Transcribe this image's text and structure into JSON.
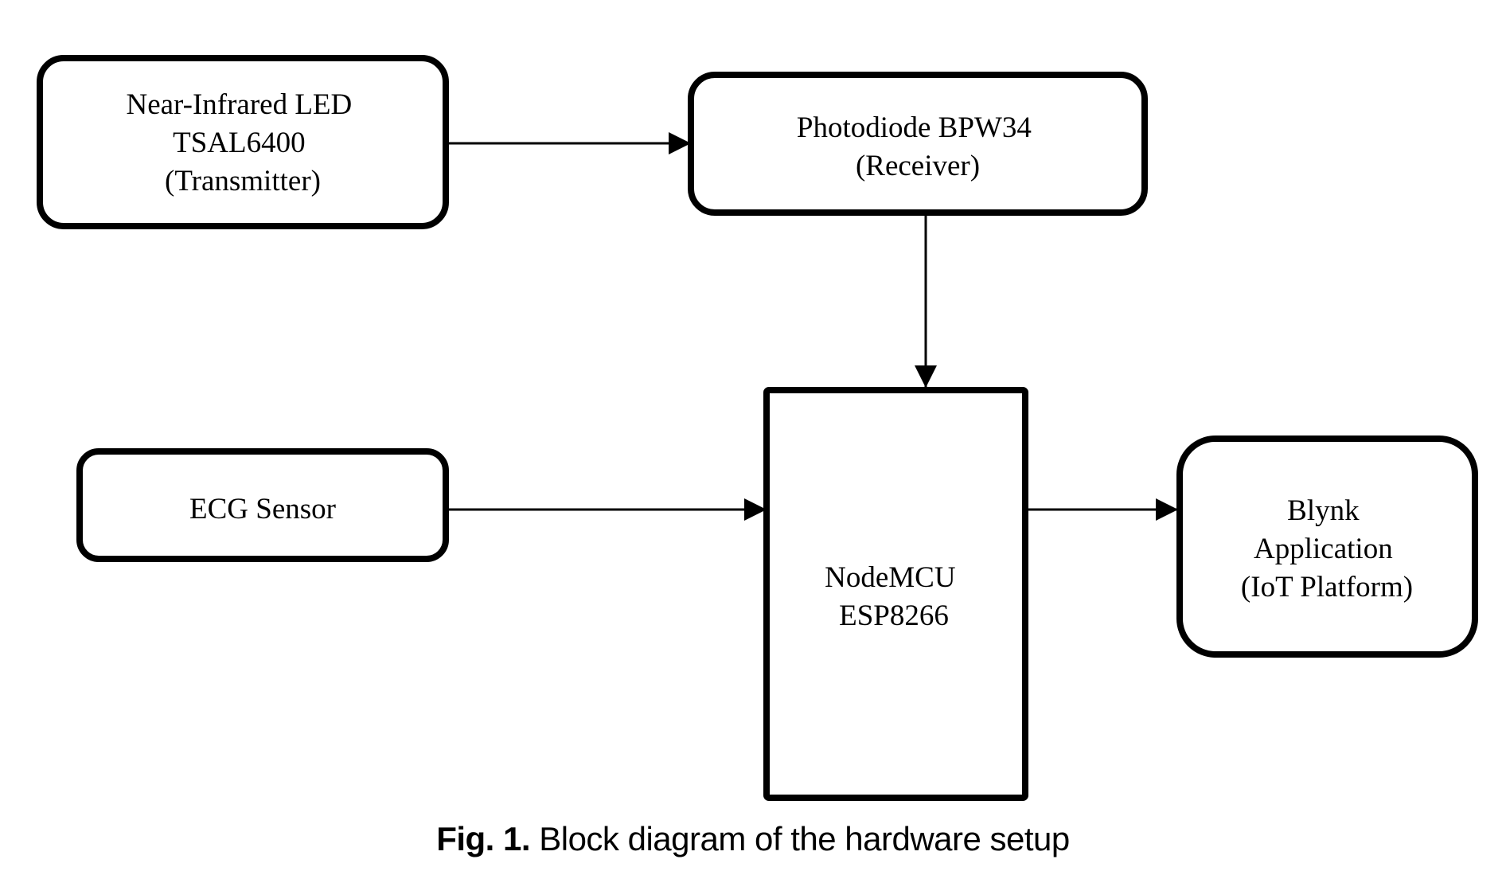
{
  "diagram": {
    "nodes": [
      {
        "id": "nir_led",
        "shape": "rounded",
        "lines": [
          "Near-Infrared LED",
          "TSAL6400",
          "(Transmitter)"
        ]
      },
      {
        "id": "photodiode",
        "shape": "rounded",
        "lines": [
          "Photodiode BPW34",
          "(Receiver)"
        ]
      },
      {
        "id": "nodemcu",
        "shape": "rectangle",
        "lines": [
          "NodeMCU",
          "ESP8266"
        ]
      },
      {
        "id": "ecg",
        "shape": "rounded",
        "lines": [
          "ECG Sensor"
        ]
      },
      {
        "id": "blynk",
        "shape": "rounded",
        "lines": [
          "Blynk",
          "Application",
          "(IoT Platform)"
        ]
      }
    ],
    "edges": [
      {
        "from": "nir_led",
        "to": "photodiode"
      },
      {
        "from": "photodiode",
        "to": "nodemcu"
      },
      {
        "from": "ecg",
        "to": "nodemcu"
      },
      {
        "from": "nodemcu",
        "to": "blynk"
      }
    ],
    "colors": {
      "stroke": "#000000",
      "fill": "#ffffff",
      "text": "#000000"
    }
  },
  "caption": {
    "label": "Fig. 1.",
    "text": " Block diagram of the hardware setup"
  }
}
